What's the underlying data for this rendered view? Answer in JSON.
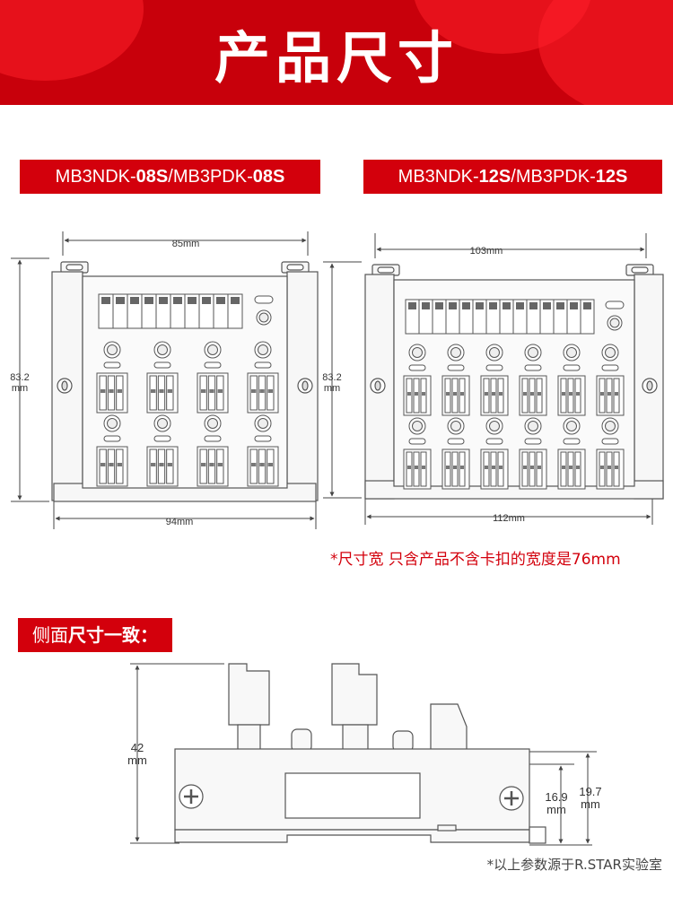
{
  "header": {
    "title": "产品尺寸"
  },
  "models": {
    "left": {
      "part1": "MB3NDK-",
      "bold1": "08S",
      "sep": "/MB3PDK-",
      "bold2": "08S"
    },
    "right": {
      "part1": "MB3NDK-",
      "bold1": "12S",
      "sep": "/MB3PDK-",
      "bold2": "12S"
    }
  },
  "left_drawing": {
    "top_width": "85mm",
    "bottom_width": "94mm",
    "height_value": "83.2",
    "height_unit": "mm"
  },
  "right_drawing": {
    "top_width": "103mm",
    "bottom_width": "112mm",
    "height_value": "83.2",
    "height_unit": "mm"
  },
  "width_note": "*尺寸宽 只含产品不含卡扣的宽度是76mm",
  "side_section": {
    "label_normal": "侧面",
    "label_bold": "尺寸一致："
  },
  "side_drawing": {
    "height_value": "42",
    "height_unit": "mm",
    "dim1_value": "16.9",
    "dim1_unit": "mm",
    "dim2_value": "19.7",
    "dim2_unit": "mm"
  },
  "footer_note": "*以上参数源于R.STAR实验室",
  "colors": {
    "accent": "#d3000c",
    "banner": "#c8000b"
  }
}
